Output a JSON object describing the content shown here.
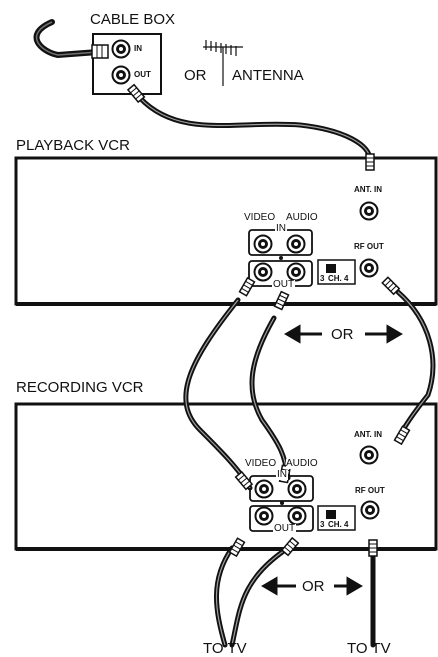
{
  "labels": {
    "cable_box": "CABLE BOX",
    "in": "IN",
    "out": "OUT",
    "or": "OR",
    "antenna": "ANTENNA",
    "playback_vcr": "PLAYBACK VCR",
    "recording_vcr": "RECORDING VCR",
    "ant_in": "ANT. IN",
    "video": "VIDEO",
    "audio": "AUDIO",
    "rf_out": "RF OUT",
    "ch_3": "3",
    "ch_label": "CH. 4",
    "to_tv": "TO TV"
  },
  "colors": {
    "line": "#111111",
    "fill_dark": "#222222",
    "background": "#ffffff"
  }
}
